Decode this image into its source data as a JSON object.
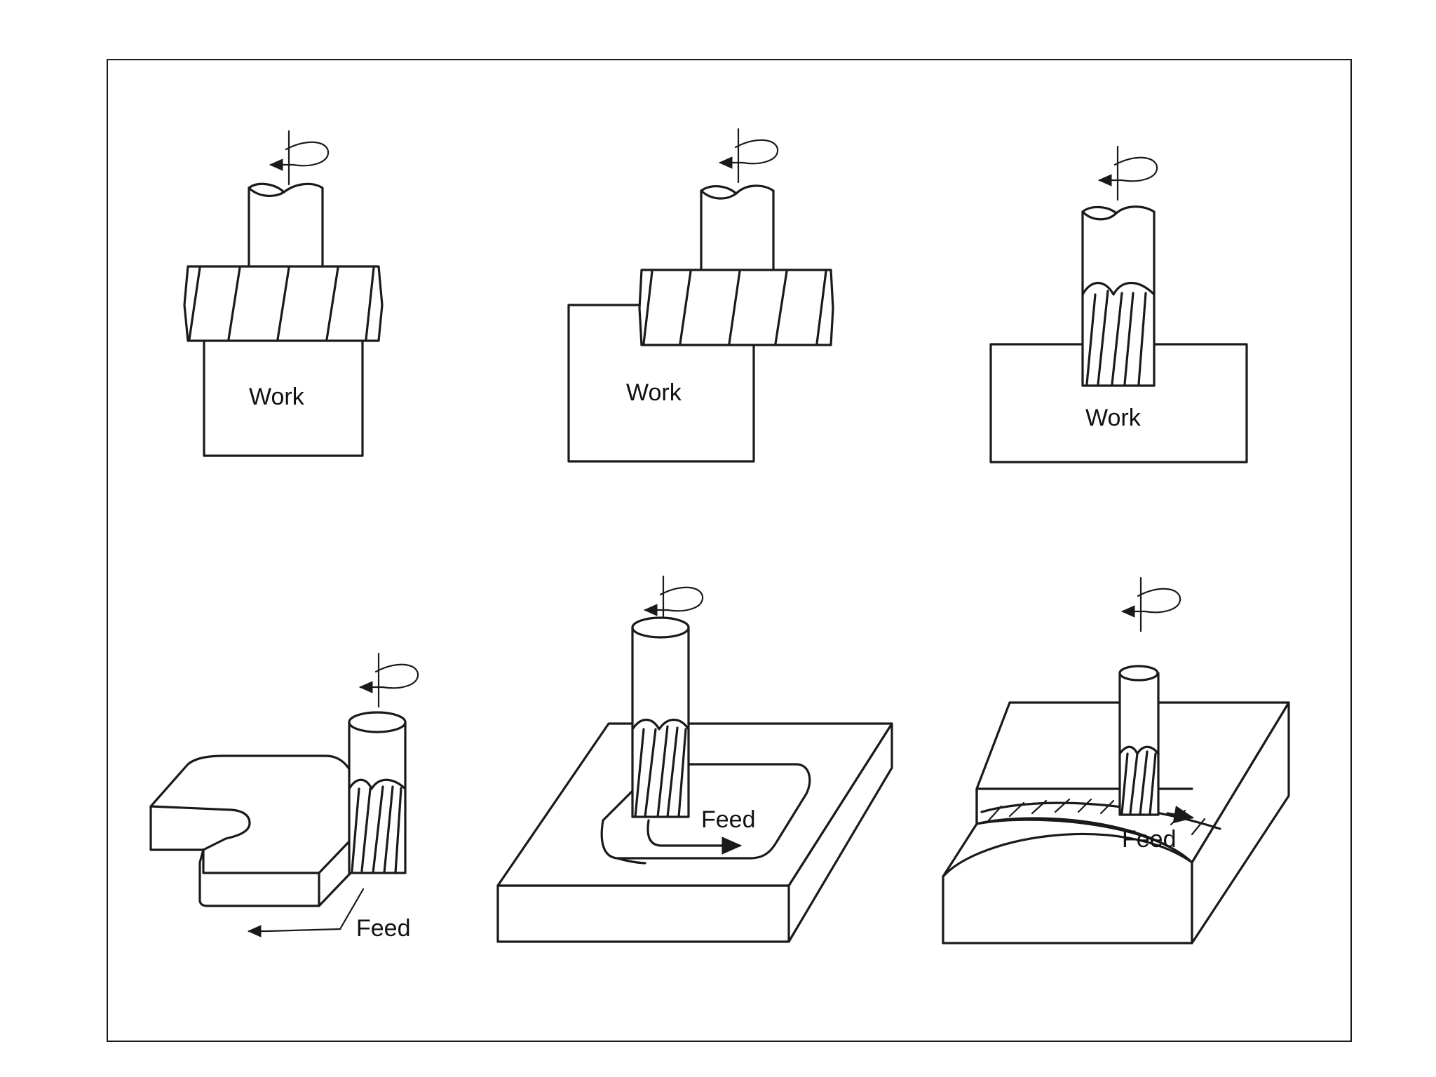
{
  "labels": {
    "work_1": "Work",
    "work_2": "Work",
    "work_3": "Work",
    "feed_1": "Feed",
    "feed_2": "Feed",
    "feed_3": "Feed"
  },
  "icons": {
    "rotation": "rotation-arrow-icon",
    "feed": "feed-arrow-icon"
  },
  "colors": {
    "ink": "#1a1a1a",
    "paper": "#ffffff"
  }
}
